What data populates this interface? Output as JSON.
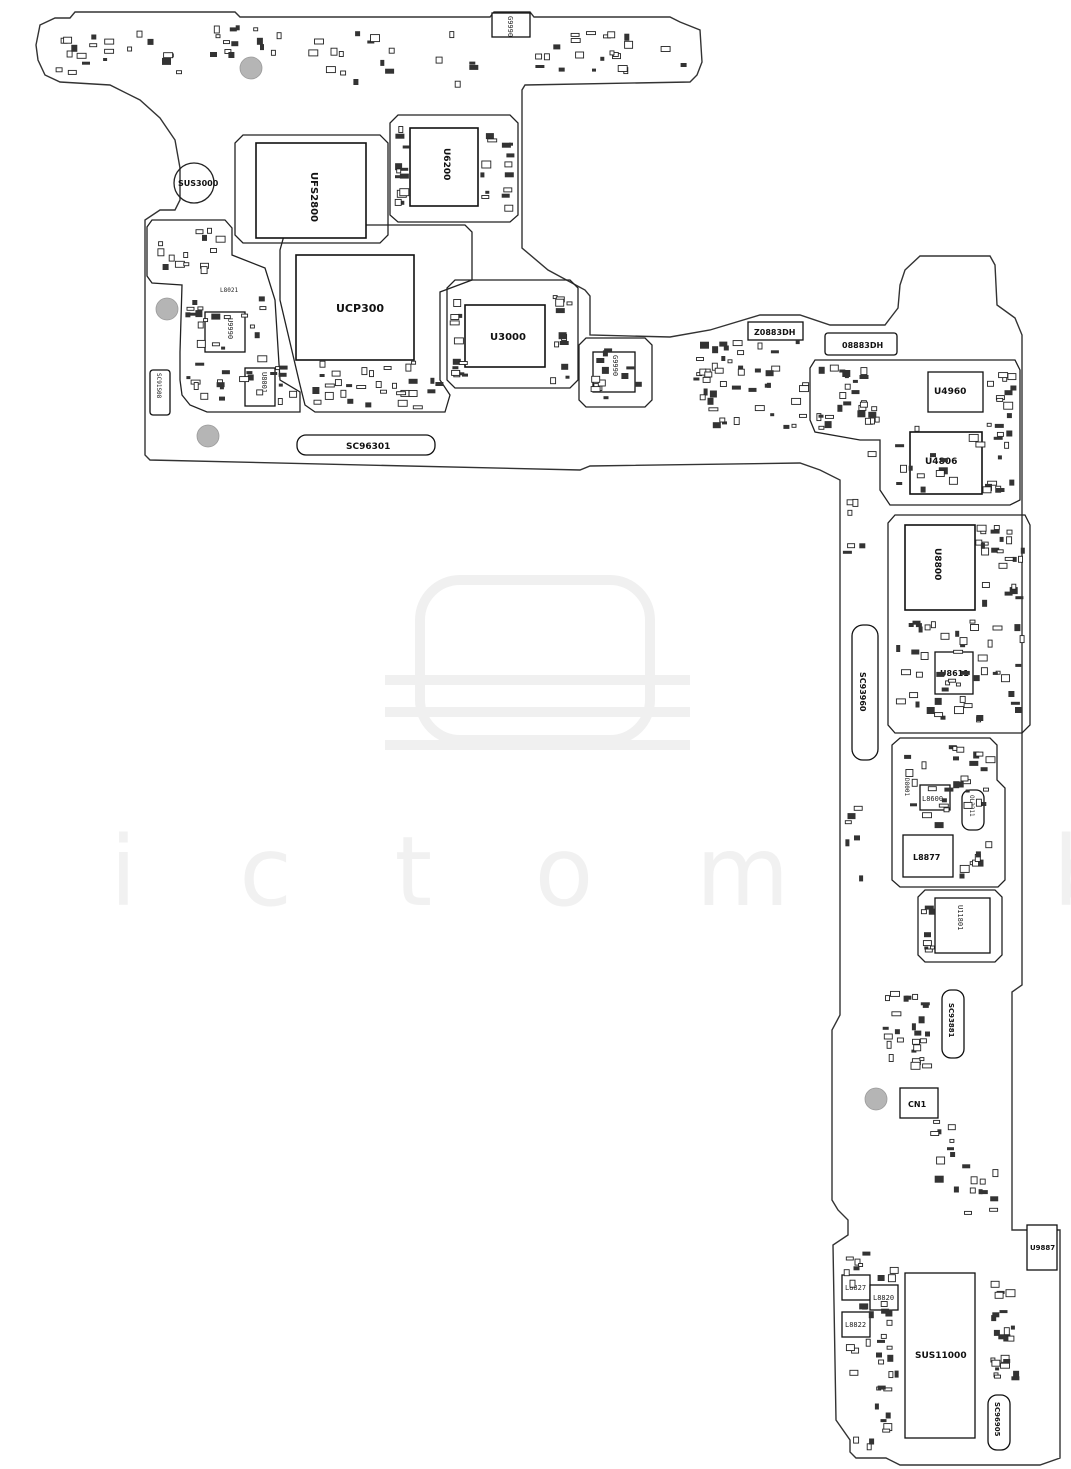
{
  "watermark": "i c t o m o b i",
  "labels": {
    "ufs2800": "UFS2800",
    "ucp300": "UCP300",
    "u3000": "U3000",
    "u6200": "U6200",
    "sus3000": "SUS3000",
    "sc96301": "SC96301",
    "sc93960": "SC93960",
    "sc93881": "SC93881",
    "u4960": "U4960",
    "u4806": "U4806",
    "u8800": "U8800",
    "u8611": "U8611",
    "l8600": "L8600",
    "l8877": "L8877",
    "u11801": "U11801",
    "cn1": "CN1",
    "sus11000": "SUS11000",
    "u9887": "U9887",
    "sc96905": "SC96905",
    "hd3880z": "Z0883DH",
    "hd3880": "08883DH",
    "l8827": "L8827",
    "l8820": "L8820",
    "l8822": "L8822",
    "g9990": "G9990",
    "u9990": "U9990",
    "u8001": "U8001",
    "d8001": "D8001",
    "scs1909": "SC91S08",
    "l8021": "L8021",
    "ol2211": "OL2211"
  }
}
